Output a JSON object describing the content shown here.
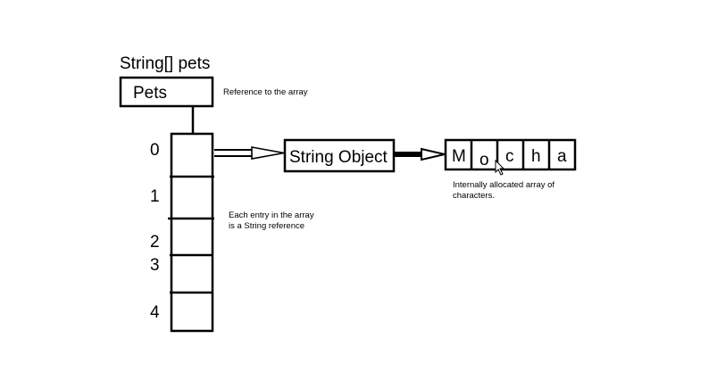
{
  "variable_declaration": "String[] pets",
  "reference_box_label": "Pets",
  "reference_note": "Reference to the array",
  "array_indices": [
    "0",
    "1",
    "2",
    "3",
    "4"
  ],
  "array_note": [
    "Each entry in the array",
    "is a String reference"
  ],
  "string_object_label": "String Object",
  "characters": [
    "M",
    "o",
    "c",
    "h",
    "a"
  ],
  "char_array_note": [
    "Internally allocated array of",
    "characters."
  ]
}
